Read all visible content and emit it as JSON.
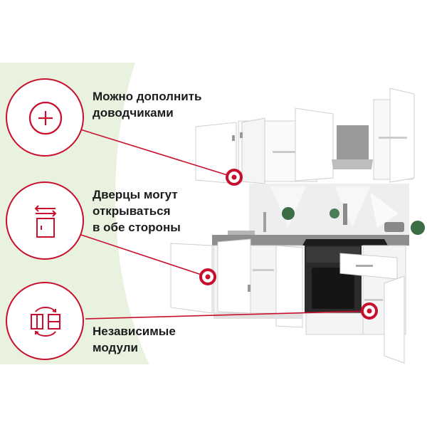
{
  "features": [
    {
      "text": "Можно дополнить\nдоводчиками",
      "icon": "plus-circle-icon"
    },
    {
      "text": "Дверцы могут\nоткрываться\nв обе стороны",
      "icon": "door-swing-icon"
    },
    {
      "text": "Независимые\nмодули",
      "icon": "modules-swap-icon"
    }
  ],
  "colors": {
    "accent": "#c8102e",
    "background_tint": "#e9f1df",
    "text": "#1b1b1b"
  }
}
